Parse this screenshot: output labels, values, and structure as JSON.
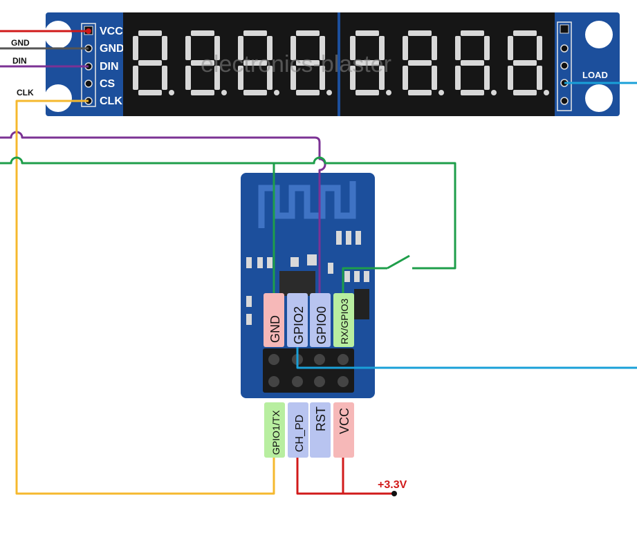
{
  "display_module": {
    "left_pins": [
      "VCC",
      "GND",
      "DIN",
      "CS",
      "CLK"
    ],
    "right_pin_label": "LOAD",
    "watermark": "electronics-blaster"
  },
  "wire_labels": {
    "gnd": "GND",
    "din": "DIN",
    "clk": "CLK"
  },
  "esp_module": {
    "top_pins": [
      "GND",
      "GPIO2",
      "GPIO0",
      "RX/GPIO3"
    ],
    "bottom_pins": [
      "GPIO1/TX",
      "CH_PD",
      "RST",
      "VCC"
    ]
  },
  "power_label": "+3.3V",
  "colors": {
    "vcc_wire": "#d11a1a",
    "gnd_wire": "#555555",
    "din_wire": "#7b3294",
    "clk_wire": "#f5b82e",
    "load_wire": "#1aa0d8",
    "switch_wire": "#1e9e4a",
    "power_wire": "#d11a1a",
    "pcb_blue": "#1c4f9c",
    "pin_pink": "#f6b8b8",
    "pin_blue": "#b8c4f0",
    "pin_green": "#b8eea0"
  }
}
